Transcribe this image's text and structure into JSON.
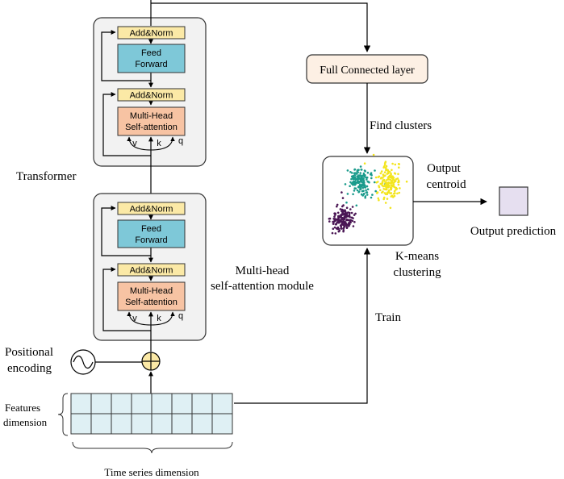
{
  "transformer": {
    "label": "Transformer",
    "add_norm_label": "Add&Norm",
    "feed_forward_line1": "Feed",
    "feed_forward_line2": "Forward",
    "mhsa_line1": "Multi-Head",
    "mhsa_line2": "Self-attention",
    "v_label": "v",
    "k_label": "k",
    "q_label": "q"
  },
  "module_label_line1": "Multi-head",
  "module_label_line2": "self-attention module",
  "positional_encoding_line1": "Positional",
  "positional_encoding_line2": "encoding",
  "features_line1": "Features",
  "features_line2": "dimension",
  "time_series_label": "Time series dimension",
  "fc_layer_label": "Full Connected layer",
  "find_clusters_label": "Find clusters",
  "kmeans_line1": "K-means",
  "kmeans_line2": "clustering",
  "output_centroid_line1": "Output",
  "output_centroid_line2": "centroid",
  "output_prediction_label": "Output prediction",
  "train_label": "Train",
  "colors": {
    "add_norm_fill": "#fbe9a6",
    "feed_forward_fill": "#7ec8d8",
    "mhsa_fill": "#f7c3a3",
    "block_fill": "#f2f2f2",
    "fc_fill": "#fdf0e4",
    "grid_fill": "#dff0f4",
    "cluster_teal": "#1a9b8c",
    "cluster_yellow": "#f3e51e",
    "cluster_purple": "#4a1654",
    "output_fill": "#e6dff0"
  }
}
